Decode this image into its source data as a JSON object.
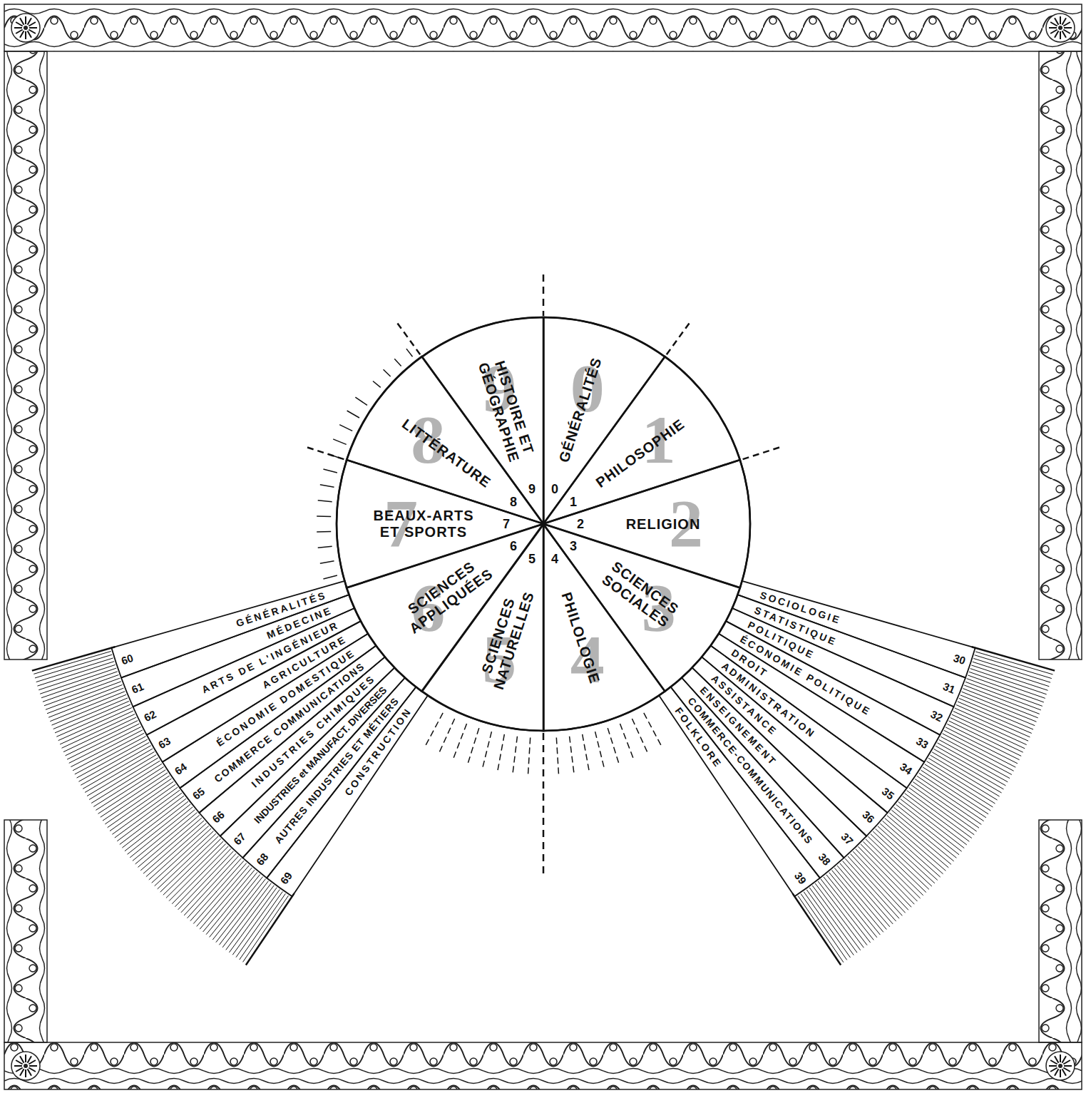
{
  "diagram": {
    "nodes": [
      {
        "text": [
          "GÉNÉRALITÉS",
          "0",
          "0"
        ]
      },
      {
        "text": [
          "PHILOSOPHIE",
          "1",
          "1"
        ]
      },
      {
        "text": [
          "RELIGION",
          "2",
          "2"
        ]
      },
      {
        "text": [
          "SCIENCES SOCIALES",
          "3",
          "3"
        ]
      },
      {
        "text": [
          "PHILOLOGIE",
          "4",
          "4"
        ]
      },
      {
        "text": [
          "SCIENCES NATURELLES",
          "5",
          "5"
        ]
      },
      {
        "text": [
          "SCIENCES APPLIQUÉES",
          "6",
          "6"
        ]
      },
      {
        "text": [
          "BEAUX-ARTS ET SPORTS",
          "7",
          "7"
        ]
      },
      {
        "text": [
          "LITTÉRATURE",
          "8",
          "8"
        ]
      },
      {
        "text": [
          "HISTOIRE ET GÉOGRAPHIE",
          "9",
          "9"
        ]
      },
      {
        "text": [
          "SOCIOLOGIE",
          "30"
        ]
      },
      {
        "text": [
          "STATISTIQUE",
          "31"
        ]
      },
      {
        "text": [
          "POLITIQUE",
          "32"
        ]
      },
      {
        "text": [
          "ÉCONOMIE POLITIQUE",
          "33"
        ]
      },
      {
        "text": [
          "DROIT",
          "34"
        ]
      },
      {
        "text": [
          "ADMINISTRATION",
          "35"
        ]
      },
      {
        "text": [
          "ASSISTANCE",
          "36"
        ]
      },
      {
        "text": [
          "ENSEIGNEMENT",
          "37"
        ]
      },
      {
        "text": [
          "COMMERCE-COMMUNICATIONS",
          "38"
        ]
      },
      {
        "text": [
          "FOLKLORE",
          "39"
        ]
      },
      {
        "text": [
          "60",
          "GÉNÉRALITÉS"
        ]
      },
      {
        "text": [
          "61",
          "MÉDECINE"
        ]
      },
      {
        "text": [
          "62",
          "ARTS DE L'INGÉNIEUR"
        ]
      },
      {
        "text": [
          "63",
          "AGRICULTURE"
        ]
      },
      {
        "text": [
          "64",
          "ÉCONOMIE DOMESTIQUE"
        ]
      },
      {
        "text": [
          "65",
          "COMMERCE COMMUNICATIONS"
        ]
      },
      {
        "text": [
          "66",
          "INDUSTRIES CHIMIQUES"
        ]
      },
      {
        "text": [
          "67",
          "INDUSTRIES et MANUFACT. DIVERSES"
        ]
      },
      {
        "text": [
          "68",
          "AUTRES INDUSTRIES ET MÉTIERS"
        ]
      },
      {
        "text": [
          "69",
          "CONSTRUCTION"
        ]
      }
    ]
  }
}
